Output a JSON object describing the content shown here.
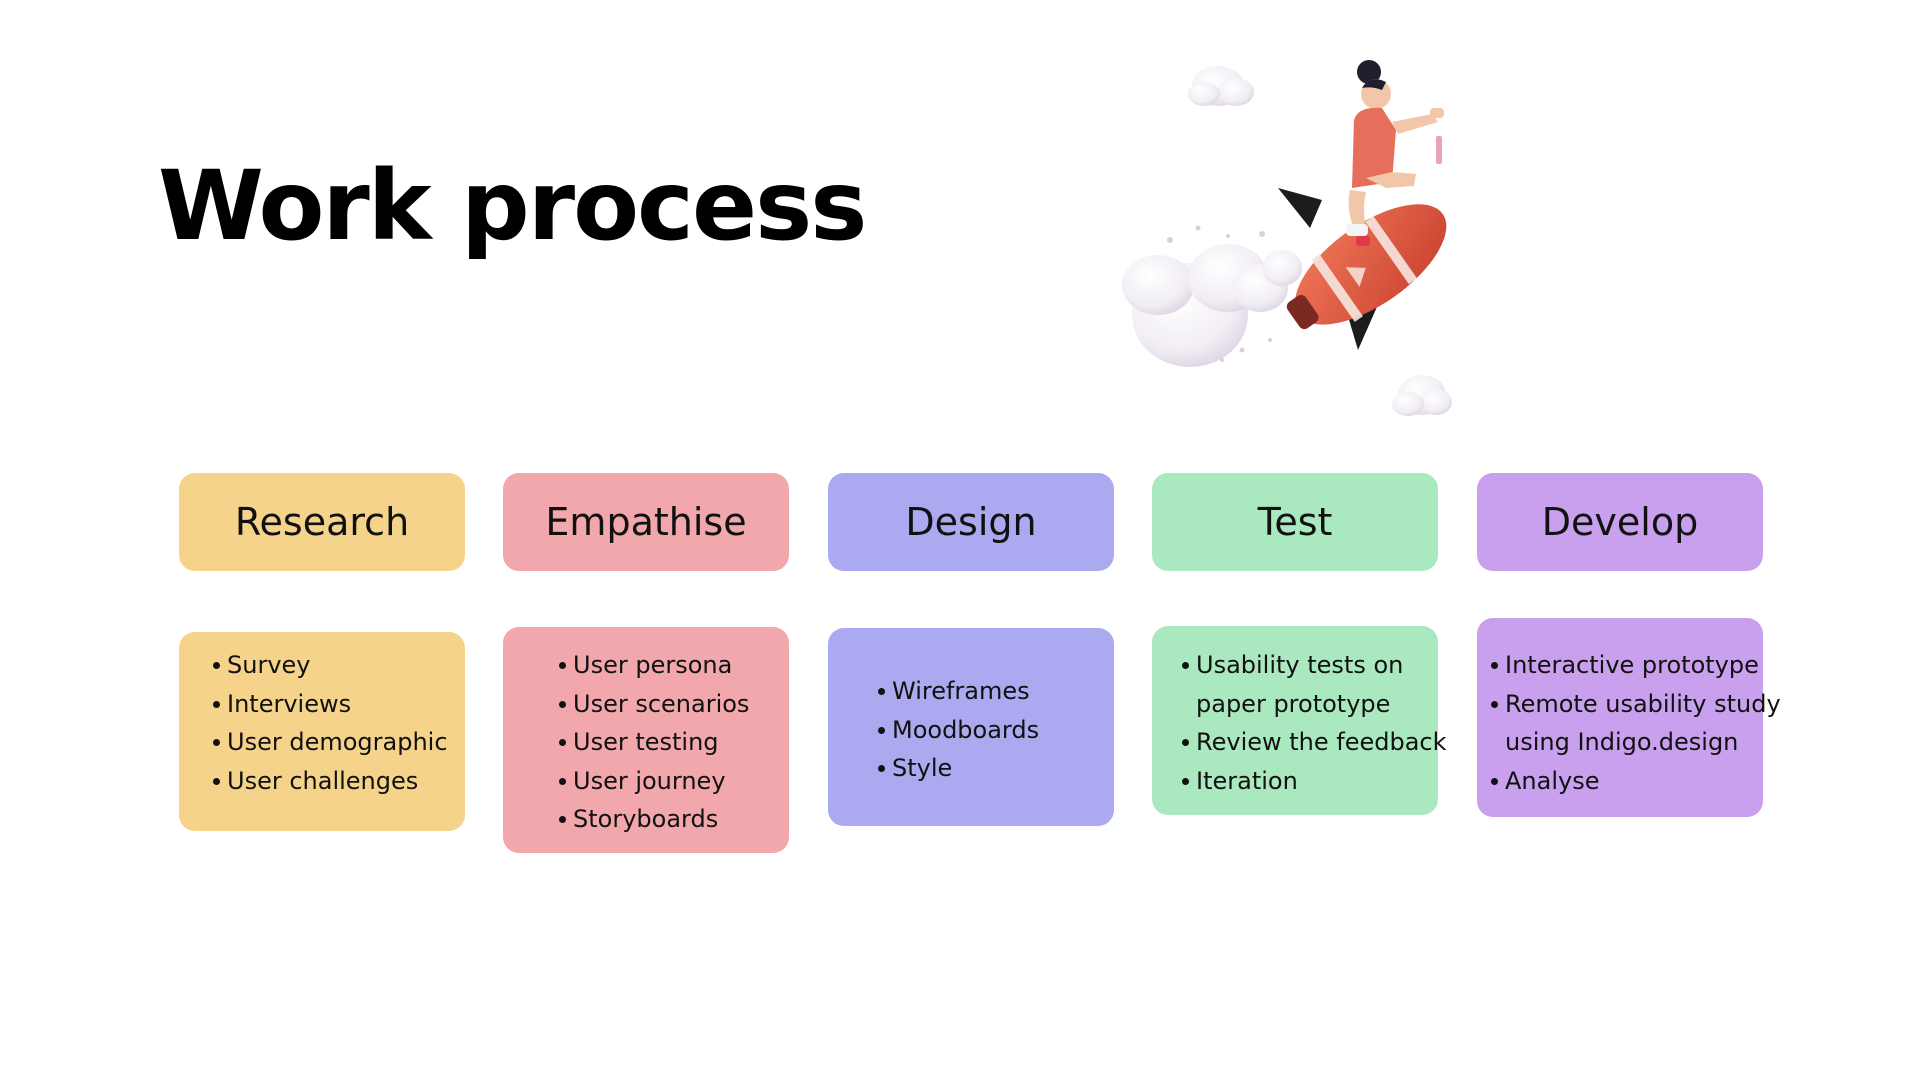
{
  "slide": {
    "title": "Work process"
  },
  "colors": {
    "research": "#f6d38a",
    "empathise": "#f1a7ab",
    "design": "#aba9ef",
    "test": "#aae9c0",
    "develop": "#c9a0ee"
  },
  "illustration": {
    "icon": "rocket-rider-illustration"
  },
  "stages": [
    {
      "title": "Research",
      "items": [
        "Survey",
        "Interviews",
        "User demographic",
        "User challenges"
      ]
    },
    {
      "title": "Empathise",
      "items": [
        "User persona",
        "User scenarios",
        "User testing",
        "User journey",
        "Storyboards"
      ]
    },
    {
      "title": "Design",
      "items": [
        "Wireframes",
        "Moodboards",
        "Style"
      ]
    },
    {
      "title": "Test",
      "items": [
        "Usability tests on paper prototype",
        "Review the feedback",
        "Iteration"
      ],
      "wrapped": {
        "item0_line1": "Usability tests on",
        "item0_line2": "paper prototype"
      }
    },
    {
      "title": "Develop",
      "items": [
        "Interactive prototype",
        "Remote usability study using Indigo.design",
        "Analyse"
      ],
      "wrapped": {
        "item1_line1": "Remote usability study",
        "item1_line2": "using Indigo.design"
      }
    }
  ]
}
